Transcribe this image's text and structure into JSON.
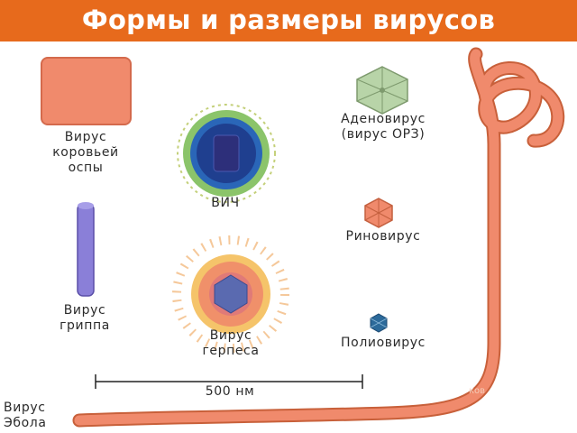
{
  "title": "Формы и размеры вирусов",
  "labels": {
    "vaccinia_1": "Вирус",
    "vaccinia_2": "коровьей",
    "vaccinia_3": "оспы",
    "hiv": "ВИЧ",
    "adeno_1": "Аденовирус",
    "adeno_2": "(вирус ОРЗ)",
    "rhino": "Риновирус",
    "flu_1": "Вирус",
    "flu_2": "гриппа",
    "herpes_1": "Вирус",
    "herpes_2": "герпеса",
    "polio": "Полиовирус",
    "scale": "500 нм",
    "ebola_1": "Вирус",
    "ebola_2": "Эбола"
  },
  "watermark": "ков",
  "colors": {
    "title_bg": "#e76a1c",
    "orange_virus": "#f08a6c",
    "influenza": "#8a7fd8",
    "hiv_core": "#1f3f8f",
    "adeno": "#b8d4a8",
    "polio": "#2c6a9a",
    "ebola": "#f08a6c"
  }
}
